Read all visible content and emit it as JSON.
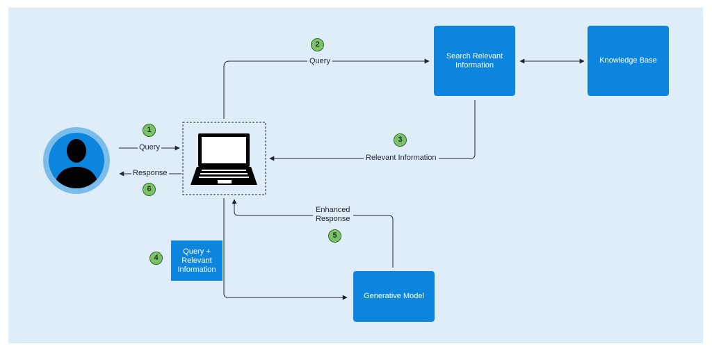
{
  "steps": {
    "one": "1",
    "two": "2",
    "three": "3",
    "four": "4",
    "five": "5",
    "six": "6"
  },
  "edges": {
    "query_user": "Query",
    "response_user": "Response",
    "query_search": "Query",
    "relevant_information": "Relevant Information",
    "enhanced_response": "Enhanced\nResponse"
  },
  "nodes": {
    "search": "Search Relevant\nInformation",
    "knowledge_base": "Knowledge Base",
    "generative_model": "Generative Model",
    "query_relevant": "Query +\nRelevant\nInformation"
  },
  "icons": {
    "user": "user-avatar-icon",
    "laptop": "laptop-icon"
  },
  "colors": {
    "background": "#dfedf8",
    "box": "#0c85df",
    "badge": "#7dc26a",
    "line": "#1d2433",
    "avatar_ring": "#7bbdea"
  }
}
